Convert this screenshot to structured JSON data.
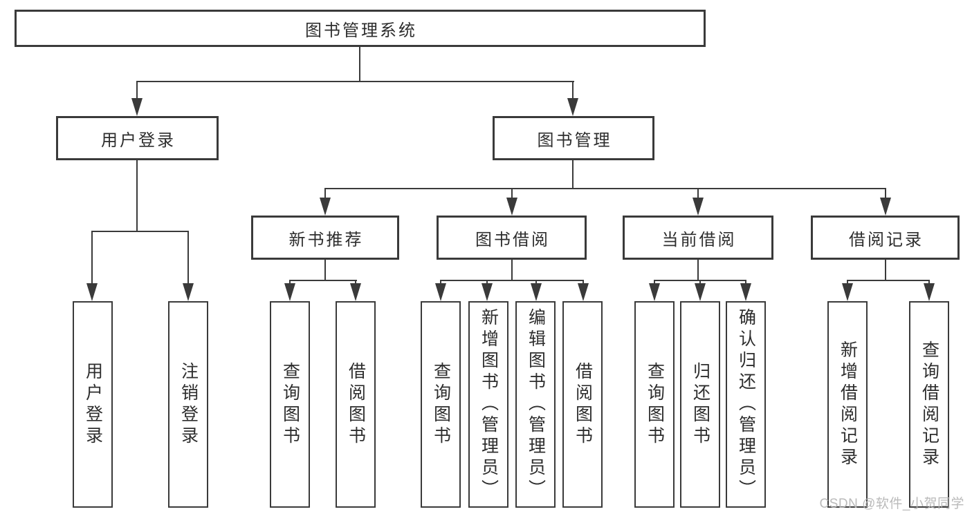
{
  "diagram": {
    "title": "图书管理系统",
    "level2": {
      "user_login": "用户登录",
      "book_mgmt": "图书管理"
    },
    "level3": {
      "new_book": "新书推荐",
      "book_borrow": "图书借阅",
      "current_borrow": "当前借阅",
      "borrow_record": "借阅记录"
    },
    "leaves": {
      "user_login": "用户登录",
      "logout": "注销登录",
      "query_book_1": "查询图书",
      "borrow_book_1": "借阅图书",
      "query_book_2": "查询图书",
      "add_book": "新增图书（管理员）",
      "edit_book": "编辑图书（管理员）",
      "borrow_book_2": "借阅图书",
      "query_book_3": "查询图书",
      "return_book": "归还图书",
      "confirm_return": "确认归还（管理员）",
      "add_record": "新增借阅记录",
      "query_record": "查询借阅记录"
    }
  },
  "watermark": "CSDN @软件_小贺同学"
}
